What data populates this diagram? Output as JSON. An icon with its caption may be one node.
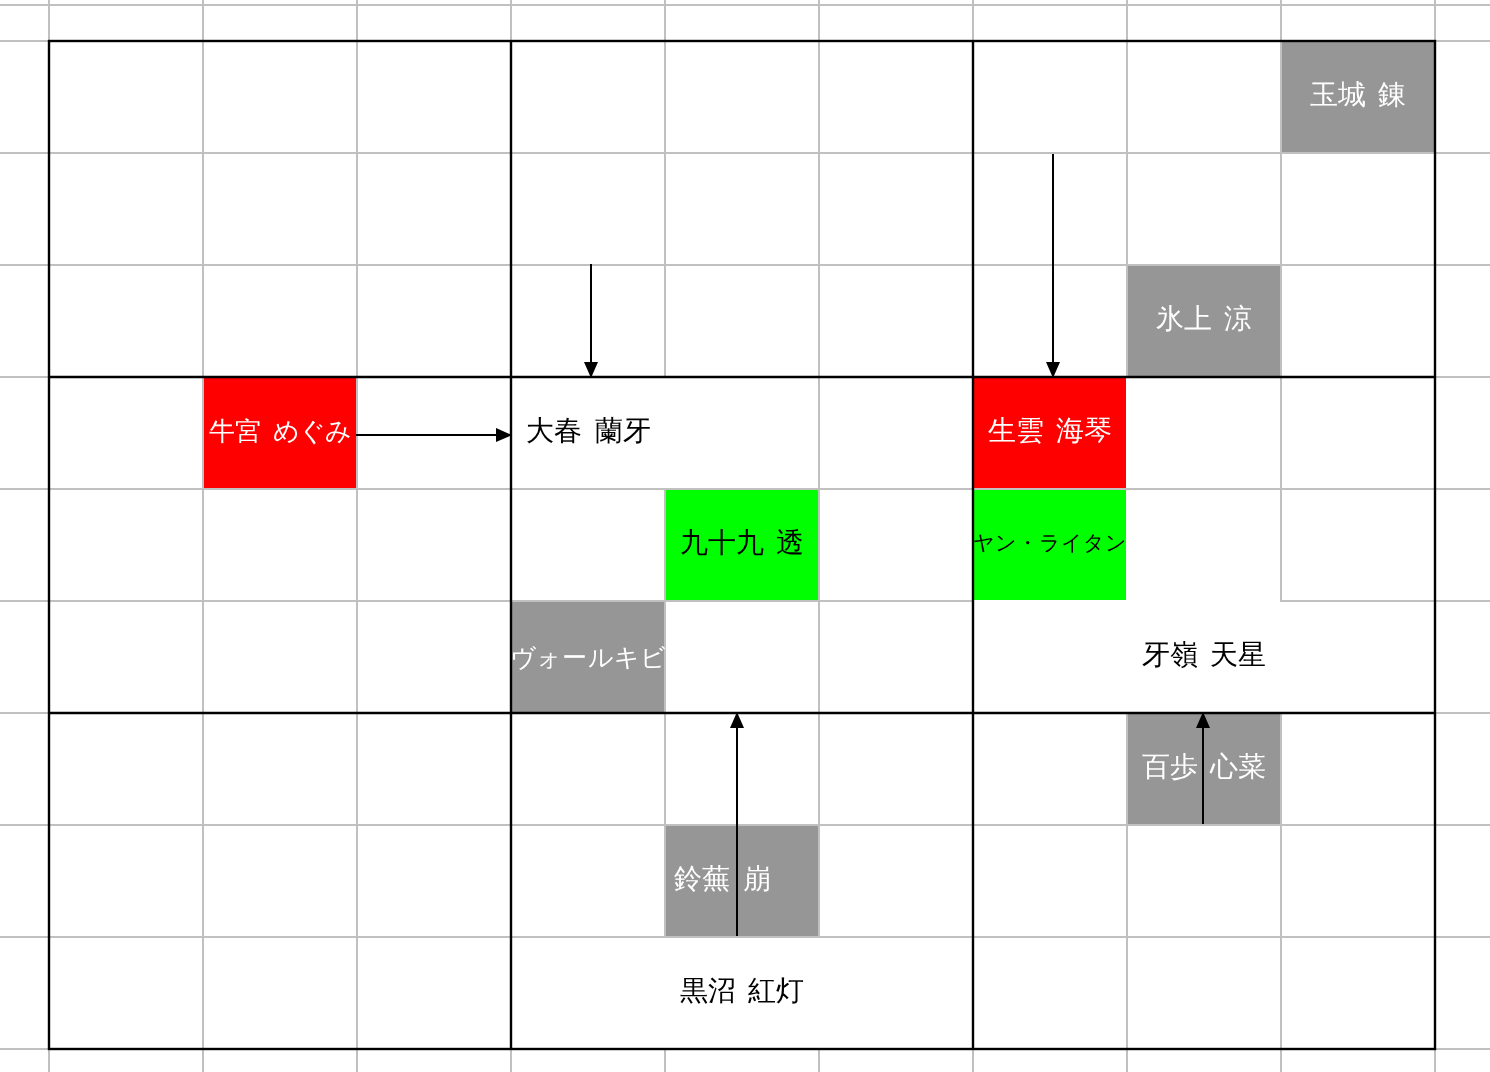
{
  "diagram": {
    "nodes": [
      {
        "text": [
          "玉城 錬"
        ]
      },
      {
        "text": [
          "氷上 涼"
        ]
      },
      {
        "text": [
          "牛宮 めぐみ"
        ]
      },
      {
        "text": [
          "大春 蘭牙"
        ]
      },
      {
        "text": [
          "生雲 海琴"
        ]
      },
      {
        "text": [
          "九十九 透"
        ]
      },
      {
        "text": [
          "ヤン・ライタン"
        ]
      },
      {
        "text": [
          "ヴォールキビ"
        ]
      },
      {
        "text": [
          "牙嶺 天星"
        ]
      },
      {
        "text": [
          "百歩 心菜"
        ]
      },
      {
        "text": [
          "鈴蕪 崩"
        ]
      },
      {
        "text": [
          "黒沼 紅灯"
        ]
      }
    ],
    "edges": [
      {
        "from": 2,
        "to": 3,
        "arrow": "to"
      },
      {
        "from": null,
        "to": 3,
        "arrow": "to"
      },
      {
        "from": null,
        "to": 4,
        "arrow": "to"
      },
      {
        "from": 9,
        "to": 8,
        "arrow": "to"
      },
      {
        "from": 10,
        "to": null,
        "arrow": "to"
      }
    ]
  }
}
